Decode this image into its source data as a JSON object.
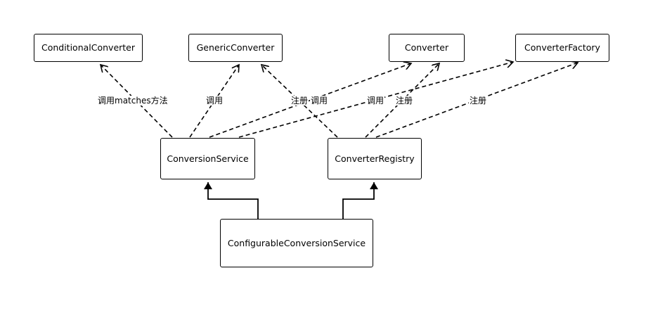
{
  "nodes": {
    "conditional_converter": "ConditionalConverter",
    "generic_converter": "GenericConverter",
    "converter": "Converter",
    "converter_factory": "ConverterFactory",
    "conversion_service": "ConversionService",
    "converter_registry": "ConverterRegistry",
    "configurable_conversion_service": "ConfigurableConversionService"
  },
  "edge_labels": {
    "call_matches_method": "调用matches方法",
    "call_generic": "调用",
    "register_generic": "注册",
    "call_converter_factory": "调用",
    "call_converter": "调用",
    "register_converter": "注册",
    "register_converter_factory": "注册"
  }
}
